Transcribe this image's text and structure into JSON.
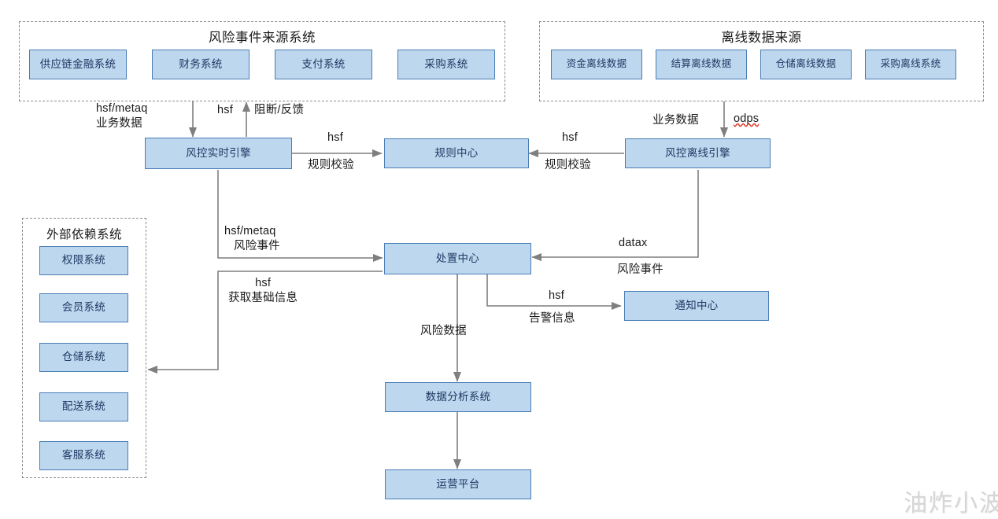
{
  "diagram": {
    "title_hidden": "",
    "watermark": "油炸小波",
    "colors": {
      "node_fill": "#bdd7ee",
      "node_border": "#4a7db5",
      "node_text": "#1f3864",
      "panel_border": "#8c8c8c",
      "wire": "#7f7f7f",
      "label_text": "#1a1a1a",
      "spellcheck_underline": "#e03020",
      "watermark": "#d6d6d6"
    }
  },
  "panels": [
    {
      "id": "risk-event-source",
      "title": "风险事件来源系统",
      "nodes": [
        {
          "label": "供应链金融系统"
        },
        {
          "label": "财务系统"
        },
        {
          "label": "支付系统"
        },
        {
          "label": "采购系统"
        }
      ]
    },
    {
      "id": "offline-data-source",
      "title": "离线数据来源",
      "nodes": [
        {
          "label": "资金离线数据"
        },
        {
          "label": "结算离线数据"
        },
        {
          "label": "仓储离线数据"
        },
        {
          "label": "采购离线系统"
        }
      ]
    },
    {
      "id": "external-dependency",
      "title": "外部依赖系统",
      "nodes": [
        {
          "label": "权限系统"
        },
        {
          "label": "会员系统"
        },
        {
          "label": "仓储系统"
        },
        {
          "label": "配送系统"
        },
        {
          "label": "客服系统"
        }
      ]
    }
  ],
  "nodes": {
    "realtime_engine": "风控实时引擎",
    "rule_center": "规则中心",
    "offline_engine": "风控离线引擎",
    "disposal_center": "处置中心",
    "notify_center": "通知中心",
    "analysis_system": "数据分析系统",
    "ops_platform": "运营平台"
  },
  "edge_labels": {
    "hsf_metaq_business": {
      "line1": "hsf/metaq",
      "line2": "业务数据"
    },
    "hsf_block_feedback": {
      "line1": "hsf",
      "line2": "阻断/反馈"
    },
    "hsf_rule_check_left": {
      "line1": "hsf",
      "line2": "规则校验"
    },
    "hsf_rule_check_right": {
      "line1": "hsf",
      "line2": "规则校验"
    },
    "business_data": {
      "line1": "业务数据"
    },
    "odps": {
      "line1": "odps"
    },
    "hsf_metaq_risk_event": {
      "line1": "hsf/metaq",
      "line2": "风险事件"
    },
    "datax_risk_event": {
      "line1": "datax",
      "line2": "风险事件"
    },
    "hsf_base_info": {
      "line1": "hsf",
      "line2": "获取基础信息"
    },
    "hsf_alarm_info": {
      "line1": "hsf",
      "line2": "告警信息"
    },
    "risk_data": {
      "line1": "风险数据"
    }
  }
}
